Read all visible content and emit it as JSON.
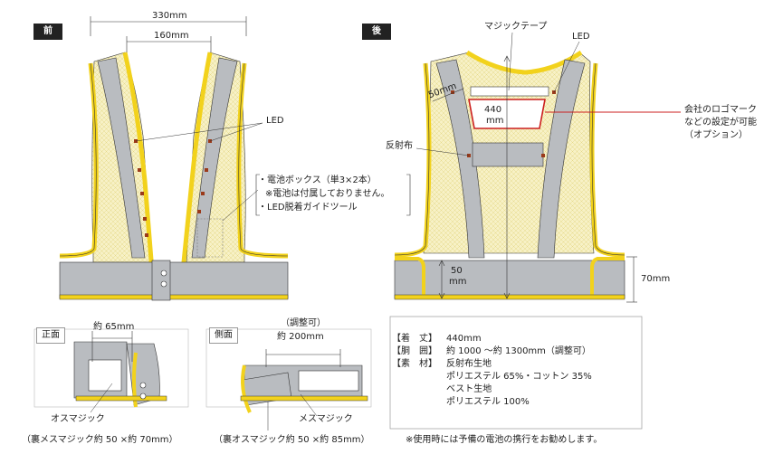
{
  "front": {
    "badge": "前",
    "width_outer": "330mm",
    "width_inner": "160mm",
    "led_label": "LED",
    "notes": [
      "・電池ボックス（単3×2本）",
      "※電池は付属しておりません。",
      "・LED脱着ガイドツール"
    ]
  },
  "back": {
    "badge": "後",
    "magic_tape_label": "マジックテープ",
    "led_label": "LED",
    "width_label": "50mm",
    "height_label_line1": "440",
    "height_label_line2": "mm",
    "logo_note": [
      "会社のロゴマーク",
      "などの設定が可能",
      "（オプション）"
    ],
    "reflector_label": "反射布",
    "belt_label_line1": "50",
    "belt_label_line2": "mm",
    "belt_height": "70mm"
  },
  "detail_front": {
    "badge": "正面",
    "width_label": "約 65mm",
    "part_label": "オスマジック",
    "caption": "（裏メスマジック約 50 ×約 70mm）"
  },
  "detail_side": {
    "badge": "側面",
    "adjust_label": "（調整可）",
    "width_label": "約 200mm",
    "part_label": "メスマジック",
    "caption": "（裏オスマジック約 50 ×約 85mm）"
  },
  "specs": [
    {
      "key": "【着　丈】",
      "value": "440mm"
    },
    {
      "key": "【胴　囲】",
      "value": "約 1000 ～約 1300mm（調整可）"
    },
    {
      "key": "【素　材】",
      "value": "反射布生地"
    },
    {
      "key": "",
      "value": "ポリエステル 65%・コットン 35%"
    },
    {
      "key": "",
      "value": "ベスト生地"
    },
    {
      "key": "",
      "value": "ポリエステル 100%"
    }
  ],
  "footnote": "※使用時には予備の電池の携行をお勧めします。",
  "colors": {
    "trim": "#f2d21c",
    "mesh": "#f7f1c6",
    "reflector": "#b9bcc0",
    "led": "#9b3a1a",
    "logo": "#cc1f1f"
  }
}
